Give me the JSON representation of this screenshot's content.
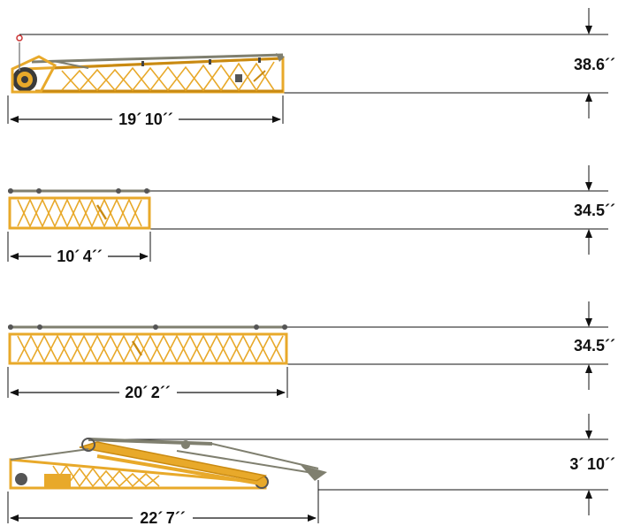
{
  "sections": [
    {
      "id": "base",
      "length_label": "19´ 10´´",
      "height_label": "38.6´´"
    },
    {
      "id": "insert-short",
      "length_label": "10´ 4´´",
      "height_label": "34.5´´"
    },
    {
      "id": "insert-long",
      "length_label": "20´ 2´´",
      "height_label": "34.5´´"
    },
    {
      "id": "tip",
      "length_label": "22´ 7´´",
      "height_label": "3´ 10´´"
    }
  ],
  "colors": {
    "lattice": "#e8a92a",
    "lattice_dark": "#c98a12",
    "pendant": "#7f7f6f",
    "line": "#111111"
  }
}
